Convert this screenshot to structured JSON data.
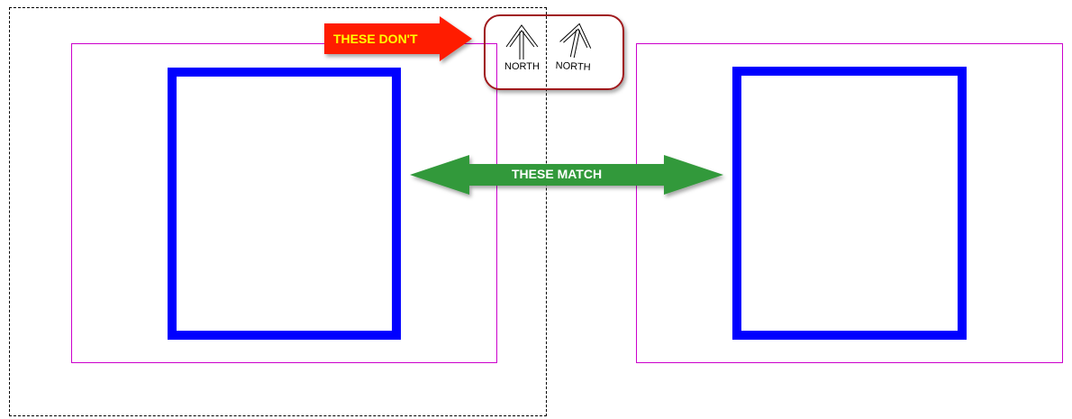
{
  "callouts": {
    "mismatch_label": "THESE DON'T",
    "match_label": "THESE MATCH"
  },
  "north_symbols": [
    {
      "label": "NORTH"
    },
    {
      "label": "NORTH"
    }
  ],
  "colors": {
    "blue_box": "#0000ff",
    "magenta_frame": "#cc00cc",
    "red_arrow": "#ff1a00",
    "red_arrow_text": "#ffff00",
    "green_arrow": "#33993a",
    "green_arrow_text": "#ffffff",
    "callout_border": "#a0191c"
  }
}
